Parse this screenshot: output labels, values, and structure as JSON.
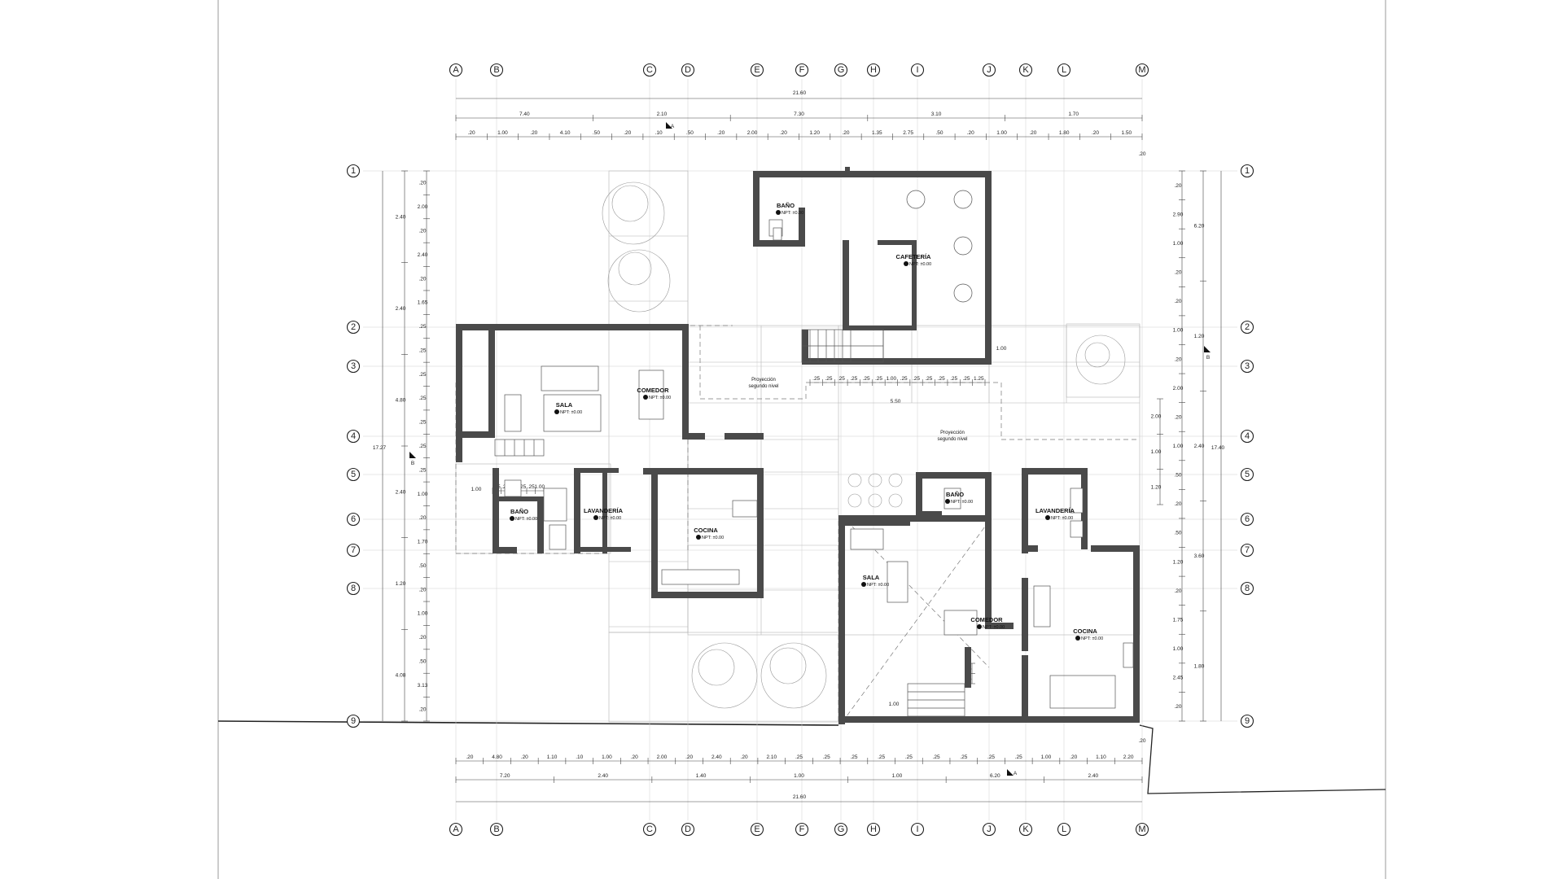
{
  "grid": {
    "columns": [
      "A",
      "B",
      "C",
      "D",
      "E",
      "F",
      "G",
      "H",
      "I",
      "J",
      "K",
      "L",
      "M"
    ],
    "rows": [
      "1",
      "2",
      "3",
      "4",
      "5",
      "6",
      "7",
      "8",
      "9"
    ]
  },
  "dimensions": {
    "top_total": "21.60",
    "top_primary": [
      "7.40",
      "2.10",
      "7.30",
      "3.10",
      "1.70"
    ],
    "top_detail": [
      ".20",
      "1.00",
      ".20",
      "4.10",
      ".50",
      ".20",
      ".10",
      ".50",
      ".20",
      "2.00",
      ".20",
      "1.20",
      ".20",
      "1.35",
      "2.75",
      ".50",
      ".20",
      "1.00",
      ".20",
      "1.80",
      ".20",
      "1.50"
    ],
    "top_right_small": ".20",
    "bottom_total": "21.60",
    "bottom_primary": [
      "7.20",
      "2.40",
      "1.40",
      "1.00",
      "1.00",
      "6.20",
      "2.40"
    ],
    "bottom_detail": [
      ".20",
      "4.80",
      ".20",
      "1.10",
      ".10",
      "1.00",
      ".20",
      "2.00",
      ".20",
      "2.40",
      ".20",
      "2.10",
      ".25",
      ".25",
      ".25",
      ".25",
      ".25",
      ".25",
      ".25",
      ".25",
      ".25",
      "1.00",
      ".20",
      "1.10",
      "2.20"
    ],
    "bottom_right_small": ".20",
    "left_total": "17.27",
    "left_primary": [
      "2.40",
      "2.40",
      "4.80",
      "2.40",
      "1.20",
      "4.08"
    ],
    "left_detail": [
      ".20",
      "2.00",
      ".20",
      "2.40",
      ".20",
      "1.65",
      ".25",
      ".25",
      ".25",
      ".25",
      ".25",
      ".25",
      ".25",
      "1.00",
      ".20",
      "1.70",
      ".50",
      ".20",
      "1.00",
      ".20",
      ".50",
      "3.13",
      ".20"
    ],
    "right_total": "17.40",
    "right_primary": [
      "6.20",
      "1.20",
      "2.40",
      "3.60",
      "1.80"
    ],
    "right_detail": [
      ".20",
      "2.90",
      "1.00",
      ".20",
      ".20",
      "1.00",
      ".20",
      "2.00",
      ".20",
      "1.00",
      ".50",
      ".20",
      ".50",
      "1.20",
      ".20",
      "1.75",
      "1.00",
      "2.45",
      ".20"
    ],
    "right_extra": [
      "2.00",
      "1.00",
      "1.20"
    ],
    "stair_top": [
      ".25",
      ".25",
      ".25",
      ".25",
      ".25",
      ".25",
      "1.00",
      ".25",
      ".25",
      ".25",
      ".25",
      ".25",
      ".25",
      "1.25"
    ],
    "stair_top_total": "5.50",
    "stair_top_side": "1.00",
    "stair_left": [
      ".25",
      ".25",
      ".25",
      ".25",
      ".25",
      "1.00"
    ],
    "stair_left_width": "1.00",
    "stair_right": [
      ".25",
      ".25"
    ],
    "stair_right_width": "1.00"
  },
  "rooms": [
    {
      "id": "bano-1",
      "name": "BAÑO",
      "level": "NPT: ±0.00"
    },
    {
      "id": "cafeteria",
      "name": "CAFETERÍA",
      "level": "NPT: ±0.00"
    },
    {
      "id": "sala-1",
      "name": "SALA",
      "level": "NPT: ±0.00"
    },
    {
      "id": "comedor-1",
      "name": "COMEDOR",
      "level": "NPT: ±0.00"
    },
    {
      "id": "bano-2",
      "name": "BAÑO",
      "level": "NPT: ±0.00"
    },
    {
      "id": "lavanderia-1",
      "name": "LAVANDERÍA",
      "level": "NPT: ±0.00"
    },
    {
      "id": "cocina-1",
      "name": "COCINA",
      "level": "NPT: ±0.00"
    },
    {
      "id": "bano-3",
      "name": "BAÑO",
      "level": "NPT: ±0.00"
    },
    {
      "id": "lavanderia-2",
      "name": "LAVANDERÍA",
      "level": "NPT: ±0.00"
    },
    {
      "id": "sala-2",
      "name": "SALA",
      "level": "NPT: ±0.00"
    },
    {
      "id": "comedor-2",
      "name": "COMEDOR",
      "level": "NPT: ±0.00"
    },
    {
      "id": "cocina-2",
      "name": "COCINA",
      "level": "NPT: ±0.00"
    }
  ],
  "notes": {
    "projection_1_line1": "Proyección",
    "projection_1_line2": "segundo nivel",
    "projection_2_line1": "Proyección",
    "projection_2_line2": "segundo nivel"
  },
  "section_marks": {
    "a_top": "A",
    "a_bottom": "A",
    "b_left": "B",
    "b_right": "B"
  }
}
